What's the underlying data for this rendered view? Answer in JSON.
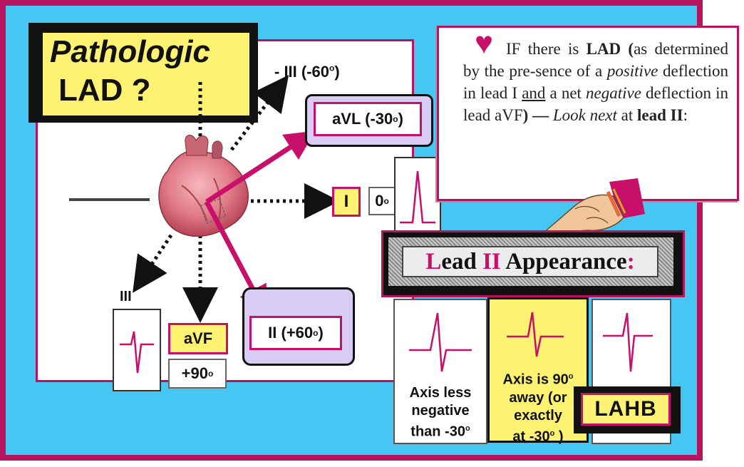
{
  "title": {
    "line1": "Pathologic",
    "line2": "LAD ?"
  },
  "leads": {
    "neg_iii": "- III (-60",
    "neg_iii_close": ")",
    "avl": "aVL (-30",
    "avl_close": ")",
    "i": "I",
    "i_deg": "0",
    "ii": "II (+60",
    "ii_close": ")",
    "avf": "aVF",
    "avf_deg": "+90",
    "iii": "III",
    "degree_mark": "o"
  },
  "note": {
    "heart_symbol": "♥",
    "t1": "IF there is ",
    "t2": "LAD (",
    "t3": "as determined by the pre-sence of a ",
    "t4": "positive",
    "t5": " deflection in lead I ",
    "t6": "and",
    "t7": " a net ",
    "t8": "negative",
    "t9": " deflection in lead aVF",
    "t10": ") — ",
    "t11": "Look next",
    "t12": " at ",
    "t13": "lead II",
    "t14": ":"
  },
  "appearance": {
    "title_L": "L",
    "title_ead": "ead ",
    "title_II": "II",
    "title_rest": " Appearance",
    "title_colon": ":",
    "col1": [
      "Axis less",
      "negative",
      "than -30"
    ],
    "col1_deg": "o",
    "col2": [
      "Axis is 90",
      "away (or",
      "exactly",
      "at -30"
    ],
    "col2_deg": "o",
    "col2_close": " )",
    "lahb": "LAHB"
  },
  "colors": {
    "magenta": "#c8106a",
    "yellow": "#fdf272",
    "lavender": "#d9ccf4",
    "sky": "#46c6f2"
  }
}
